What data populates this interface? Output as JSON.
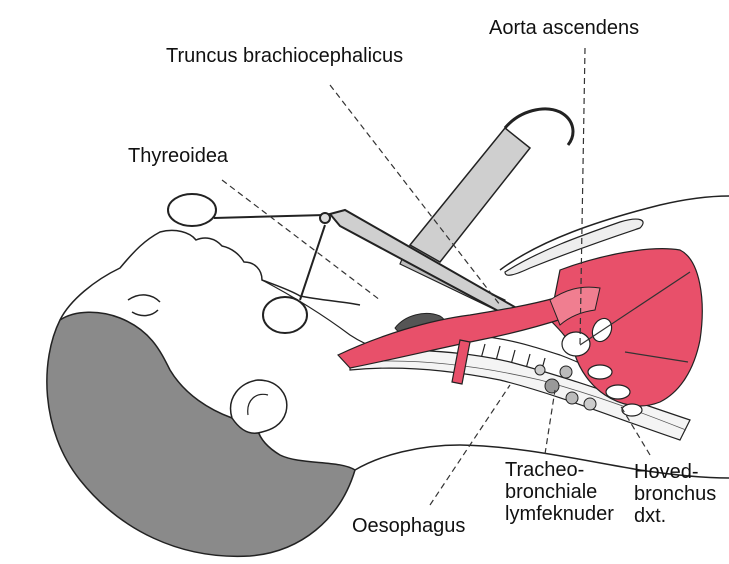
{
  "labels": {
    "aorta": "Aorta ascendens",
    "truncus": "Truncus brachiocephalicus",
    "thyreoidea": "Thyreoidea",
    "oesophagus": "Oesophagus",
    "tracheo": [
      "Tracheo-",
      "bronchiale",
      "lymfeknuder"
    ],
    "hoved": [
      "Hoved-",
      "bronchus",
      "dxt."
    ]
  },
  "colors": {
    "vessel": "#e8506a",
    "vessel_light": "#f07e90",
    "hair": "#8a8a8a",
    "line": "#333333",
    "steel": "#cfcfcf"
  }
}
